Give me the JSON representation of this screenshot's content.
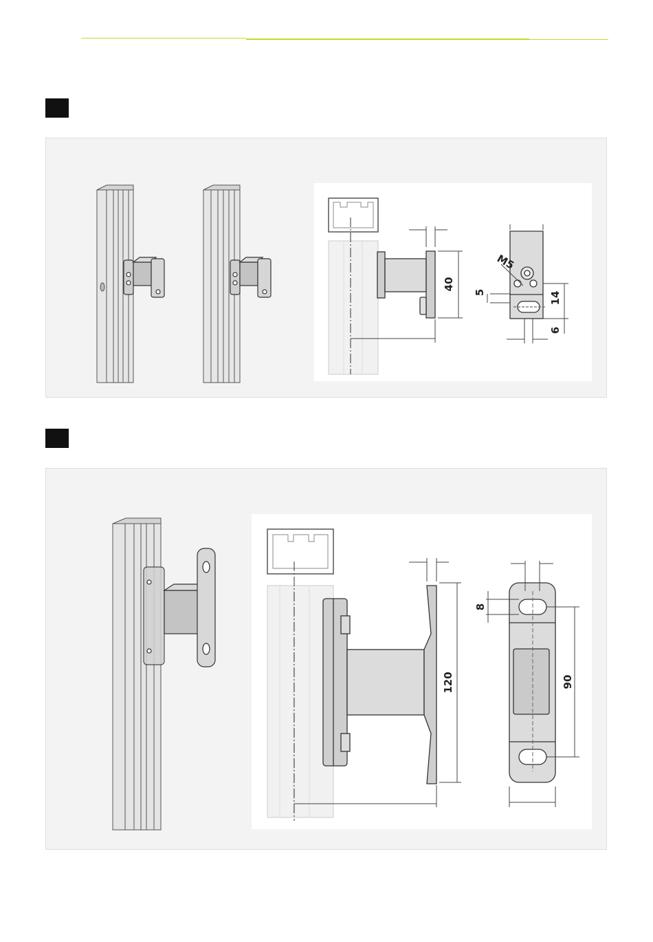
{
  "colors": {
    "accent": "#c6d92a",
    "marker": "#111111",
    "panel_bg": "#f3f3f3",
    "drawing_bg": "#ffffff",
    "profile_fill": "#e3e3e3",
    "metal_fill": "#c9c9c9",
    "line": "#333333"
  },
  "section1": {
    "dimensions": {
      "height": "40",
      "slot_offset": "5",
      "m_thread": "M5",
      "top_gap": "14",
      "bottom_gap": "6"
    }
  },
  "section2": {
    "dimensions": {
      "height": "120",
      "slot": "8",
      "spacing": "90"
    }
  }
}
